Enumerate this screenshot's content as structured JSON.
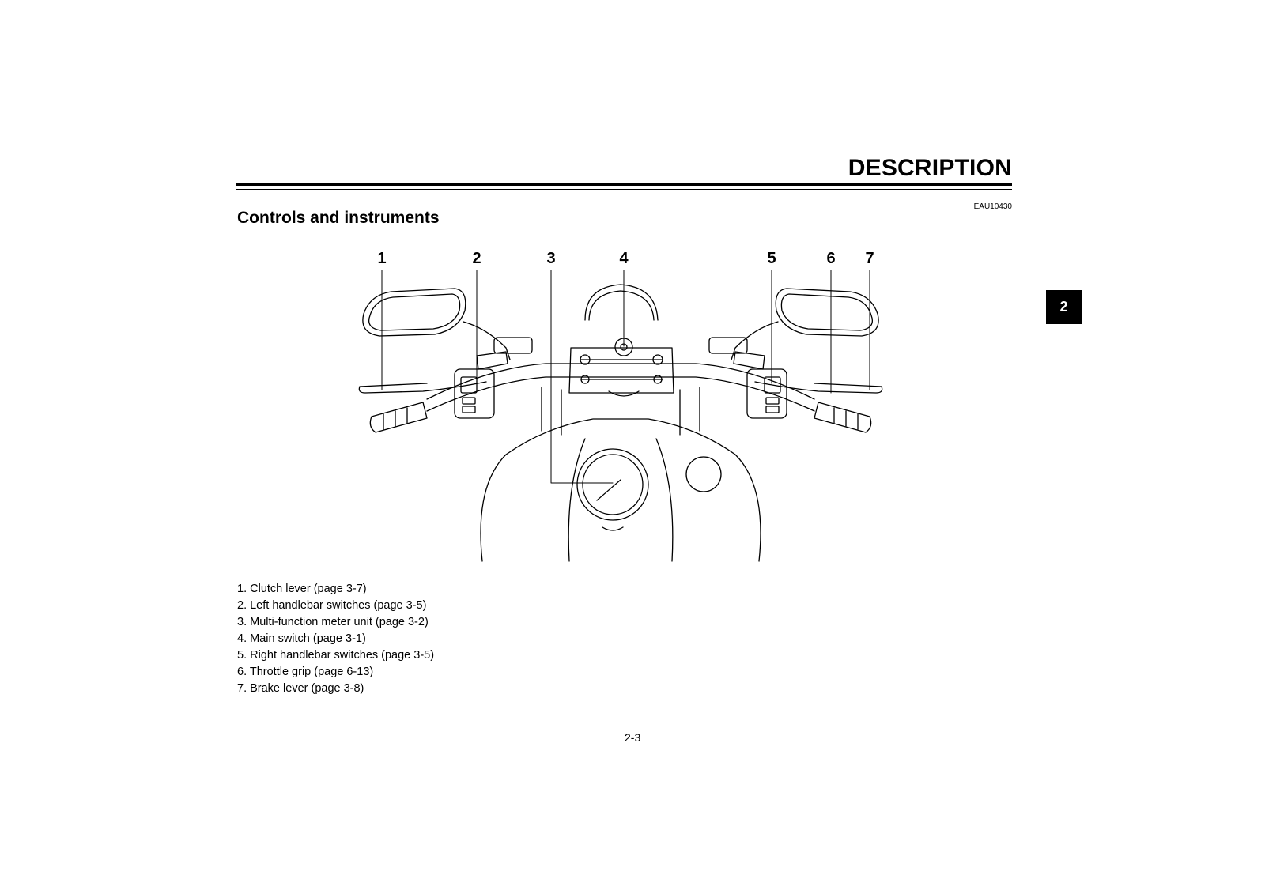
{
  "header": {
    "title": "DESCRIPTION"
  },
  "section": {
    "code": "EAU10430",
    "title": "Controls and instruments"
  },
  "chapter_tab": "2",
  "figure": {
    "callouts": [
      "1",
      "2",
      "3",
      "4",
      "5",
      "6",
      "7"
    ]
  },
  "legend": [
    "1. Clutch lever (page 3-7)",
    "2. Left handlebar switches (page 3-5)",
    "3. Multi-function meter unit (page 3-2)",
    "4. Main switch (page 3-1)",
    "5. Right handlebar switches (page 3-5)",
    "6. Throttle grip (page 6-13)",
    "7. Brake lever (page 3-8)"
  ],
  "page_number": "2-3"
}
